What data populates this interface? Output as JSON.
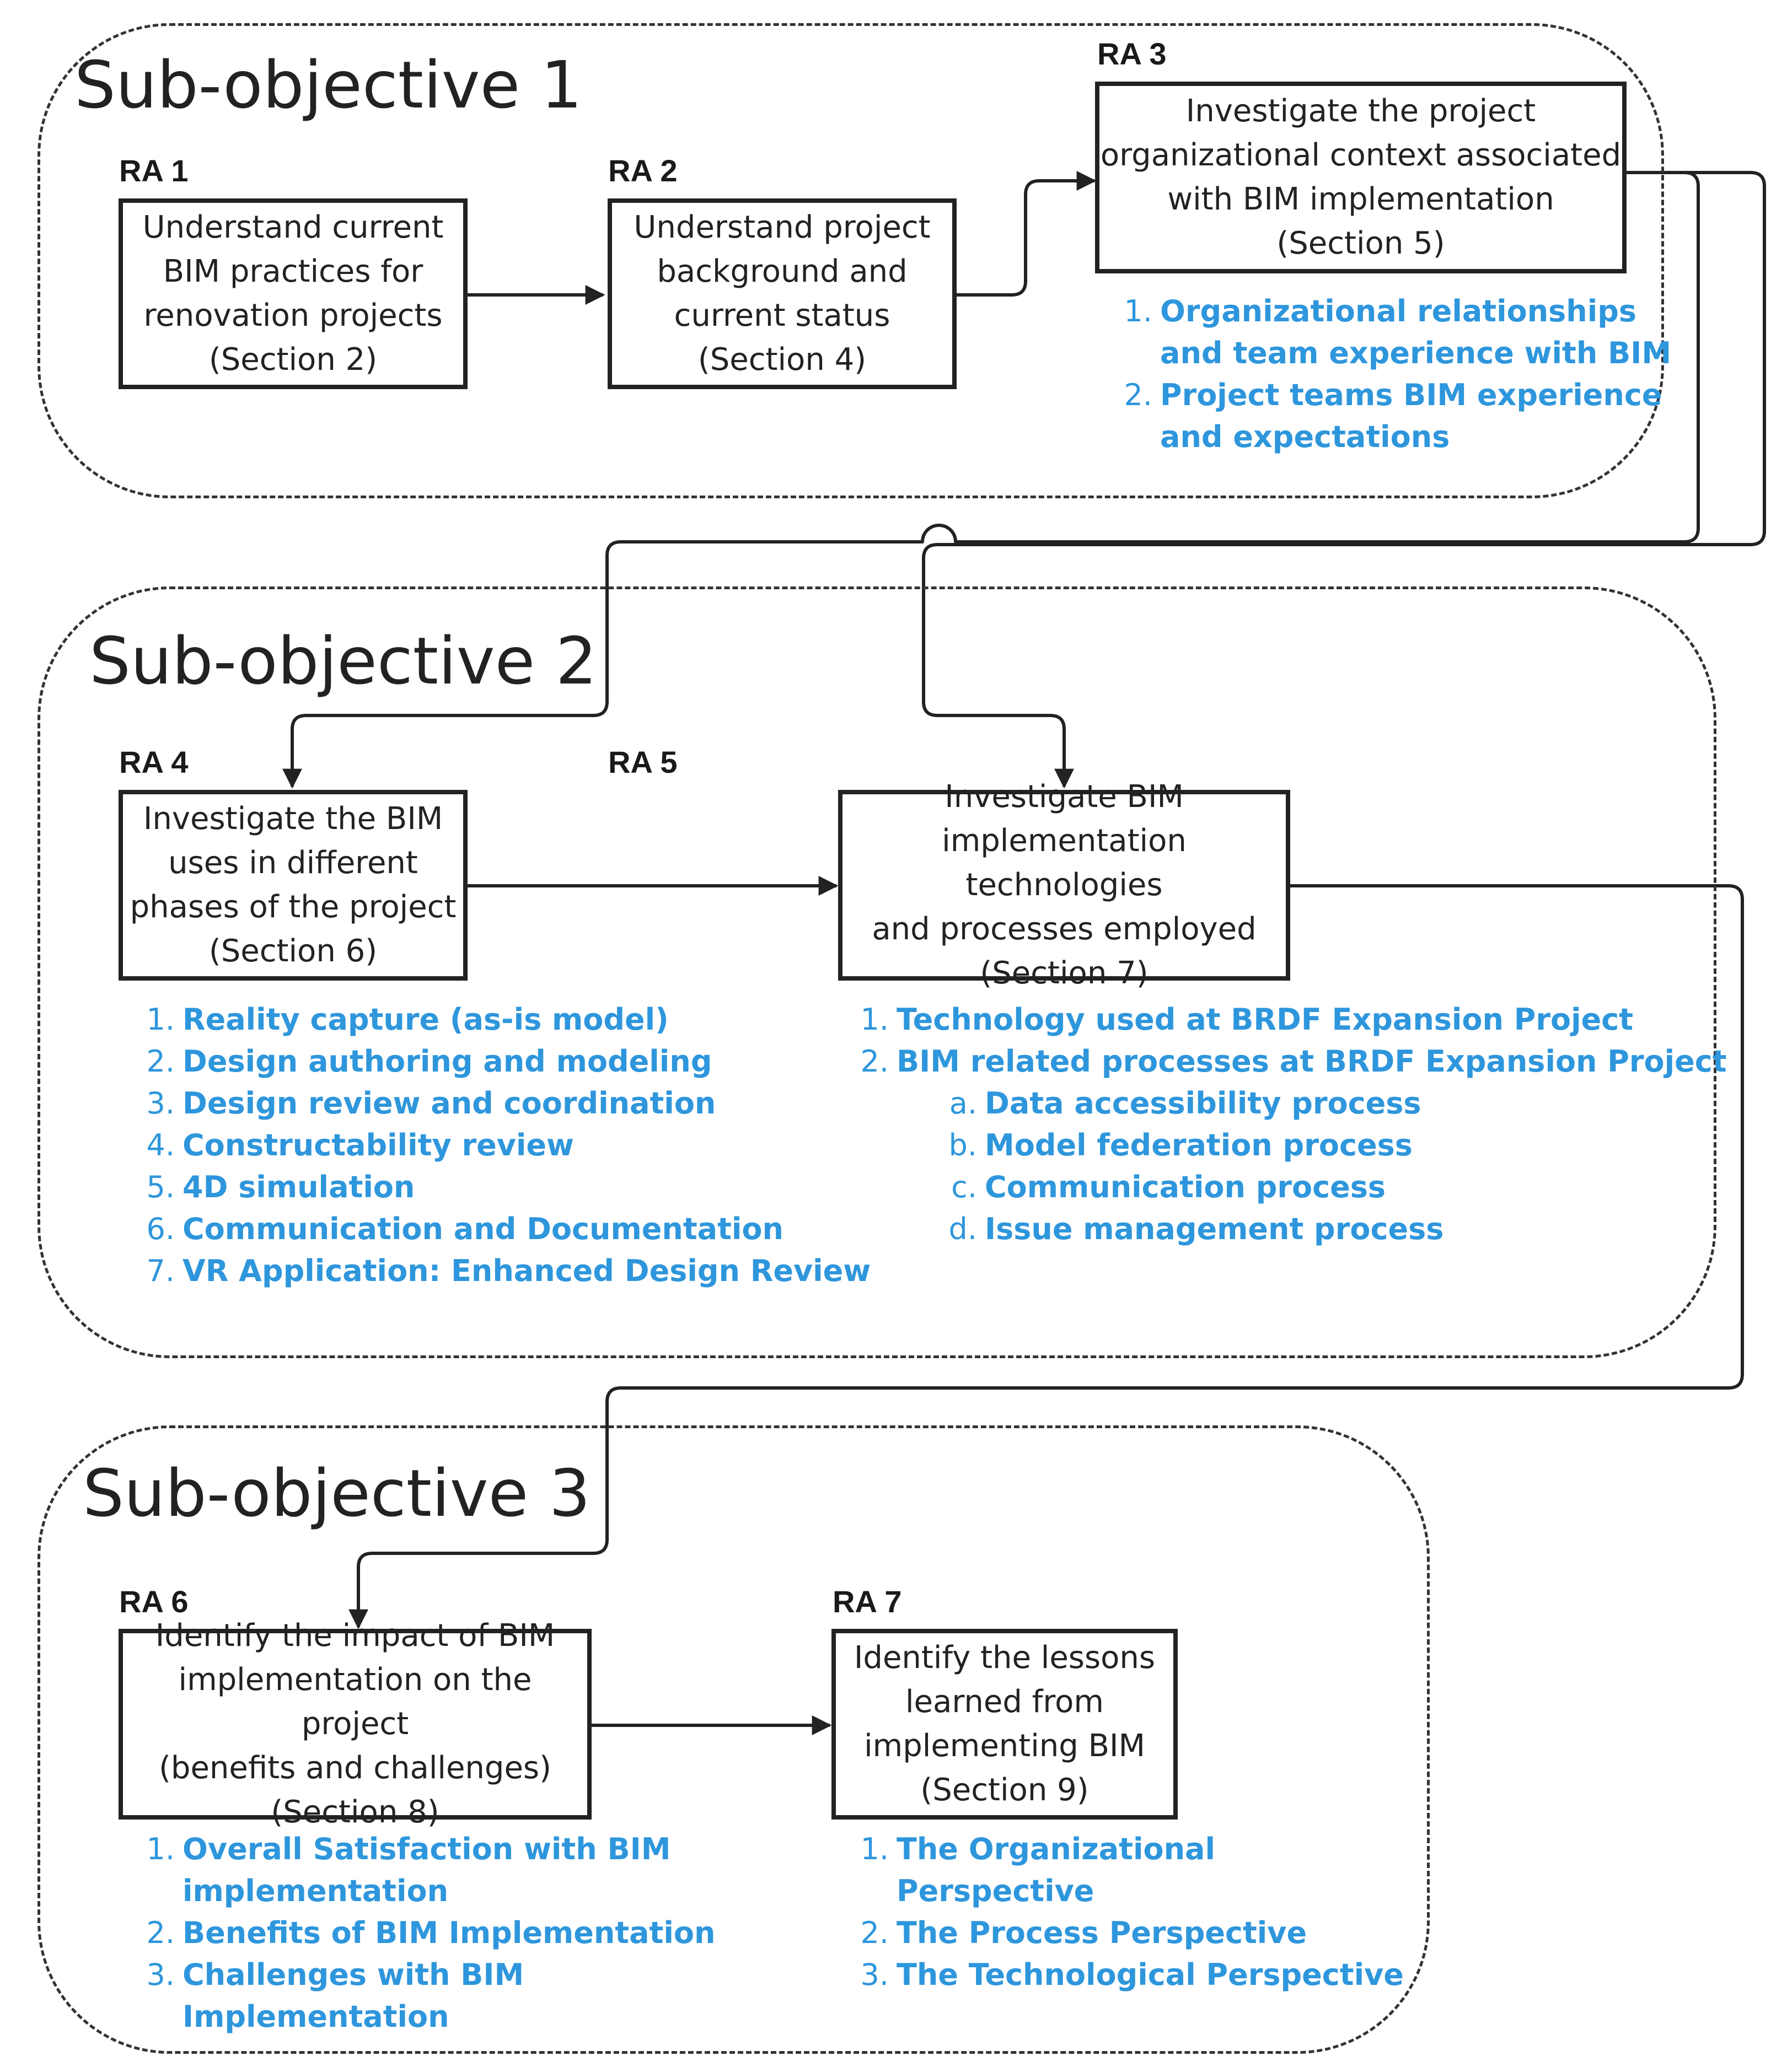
{
  "colors": {
    "accent": "#2e96dc",
    "stroke": "#222222",
    "dashed_border": "#333333"
  },
  "groups": [
    {
      "title": "Sub-objective 1",
      "activities": [
        {
          "ra": "RA 1",
          "lines": [
            "Understand current",
            "BIM practices for",
            "renovation projects",
            "(Section 2)"
          ],
          "items": []
        },
        {
          "ra": "RA 2",
          "lines": [
            "Understand project",
            "background and",
            "current status",
            "(Section 4)"
          ],
          "items": []
        },
        {
          "ra": "RA 3",
          "lines": [
            "Investigate the project",
            "organizational context associated",
            "with BIM implementation",
            "(Section 5)"
          ],
          "items": [
            {
              "num": "1.",
              "lines": [
                "Organizational relationships",
                "and team experience with BIM"
              ]
            },
            {
              "num": "2.",
              "lines": [
                "Project teams BIM experience",
                "and expectations"
              ]
            }
          ]
        }
      ]
    },
    {
      "title": "Sub-objective 2",
      "activities": [
        {
          "ra": "RA 4",
          "lines": [
            "Investigate the BIM",
            "uses in different",
            "phases of the project",
            "(Section 6)"
          ],
          "items": [
            {
              "num": "1.",
              "lines": [
                "Reality capture (as-is model)"
              ]
            },
            {
              "num": "2.",
              "lines": [
                "Design authoring and modeling"
              ]
            },
            {
              "num": "3.",
              "lines": [
                "Design review and coordination"
              ]
            },
            {
              "num": "4.",
              "lines": [
                "Constructability review"
              ]
            },
            {
              "num": "5.",
              "lines": [
                "4D simulation"
              ]
            },
            {
              "num": "6.",
              "lines": [
                "Communication and Documentation"
              ]
            },
            {
              "num": "7.",
              "lines": [
                "VR Application: Enhanced Design Review"
              ]
            }
          ]
        },
        {
          "ra": "RA 5",
          "lines": [
            "Investigate BIM",
            "implementation technologies",
            "and processes employed",
            "(Section 7)"
          ],
          "items": [
            {
              "num": "1.",
              "lines": [
                "Technology used at BRDF Expansion Project"
              ]
            },
            {
              "num": "2.",
              "lines": [
                "BIM related processes at BRDF Expansion Project"
              ]
            },
            {
              "num": "a.",
              "lines": [
                "Data accessibility process"
              ],
              "sub": true
            },
            {
              "num": "b.",
              "lines": [
                "Model federation process"
              ],
              "sub": true
            },
            {
              "num": "c.",
              "lines": [
                "Communication process"
              ],
              "sub": true
            },
            {
              "num": "d.",
              "lines": [
                "Issue management process"
              ],
              "sub": true
            }
          ]
        }
      ]
    },
    {
      "title": "Sub-objective 3",
      "activities": [
        {
          "ra": "RA 6",
          "lines": [
            "Identify the impact of BIM",
            "implementation on the project",
            "(benefits and challenges)",
            "(Section 8)"
          ],
          "items": [
            {
              "num": "1.",
              "lines": [
                "Overall Satisfaction with BIM",
                "implementation"
              ]
            },
            {
              "num": "2.",
              "lines": [
                "Benefits of BIM Implementation"
              ]
            },
            {
              "num": "3.",
              "lines": [
                "Challenges with BIM",
                "Implementation"
              ]
            }
          ]
        },
        {
          "ra": "RA 7",
          "lines": [
            "Identify the lessons",
            "learned from",
            "implementing BIM",
            "(Section 9)"
          ],
          "items": [
            {
              "num": "1.",
              "lines": [
                "The Organizational",
                "Perspective"
              ]
            },
            {
              "num": "2.",
              "lines": [
                "The Process Perspective"
              ]
            },
            {
              "num": "3.",
              "lines": [
                "The Technological Perspective"
              ]
            }
          ]
        }
      ]
    }
  ]
}
